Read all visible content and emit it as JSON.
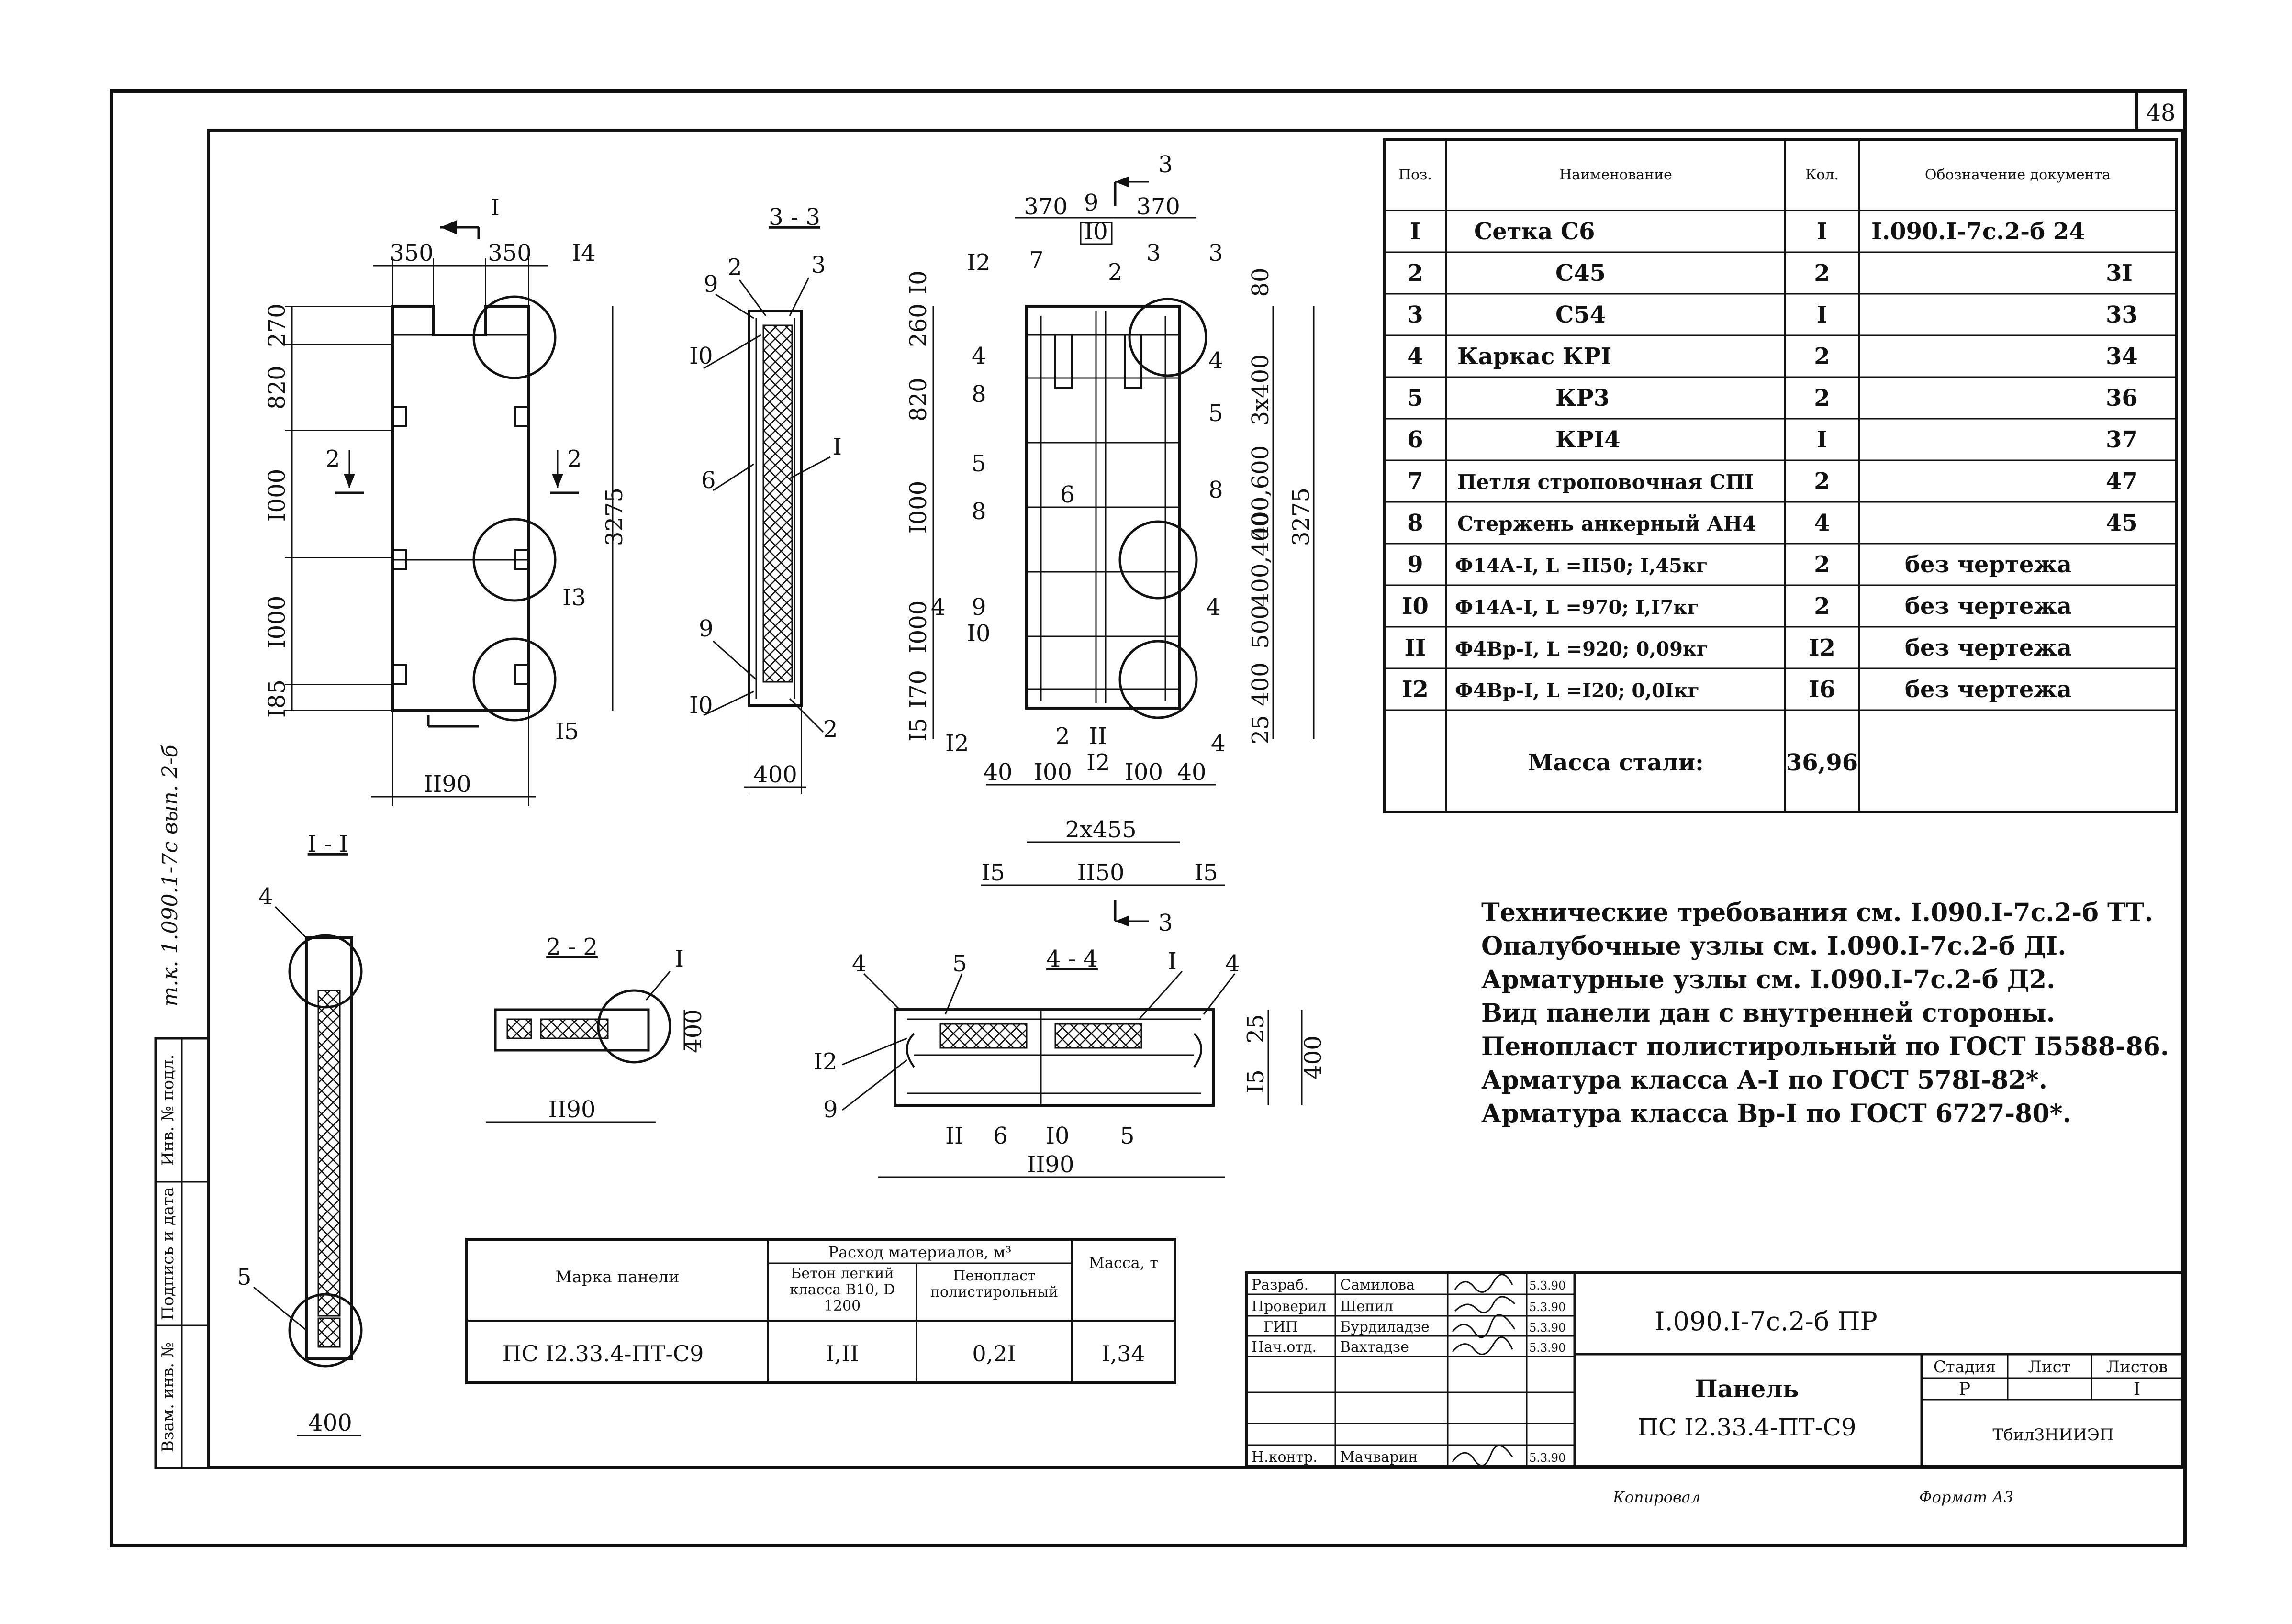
{
  "sheet_number": "48",
  "side_stamp": "т.к. 1.090.1-7с вып. 2-б",
  "side_columns": [
    "Инв. № подл.",
    "Подпись и дата",
    "Взам. инв. №"
  ],
  "spec_table": {
    "headers": [
      "Поз.",
      "Наименование",
      "Кол.",
      "Обозначение документа"
    ],
    "rows": [
      {
        "pos": "I",
        "name": "Сетка С6",
        "qty": "I",
        "doc": "I.090.I-7с.2-б 24"
      },
      {
        "pos": "2",
        "name": "С45",
        "qty": "2",
        "doc": "3I"
      },
      {
        "pos": "3",
        "name": "С54",
        "qty": "I",
        "doc": "33"
      },
      {
        "pos": "4",
        "name": "Каркас КРI",
        "qty": "2",
        "doc": "34"
      },
      {
        "pos": "5",
        "name": "КР3",
        "qty": "2",
        "doc": "36"
      },
      {
        "pos": "6",
        "name": "КРI4",
        "qty": "I",
        "doc": "37"
      },
      {
        "pos": "7",
        "name": "Петля строповочная СПI",
        "qty": "2",
        "doc": "47"
      },
      {
        "pos": "8",
        "name": "Стержень анкерный АН4",
        "qty": "4",
        "doc": "45"
      },
      {
        "pos": "9",
        "name": "Ф14А-I, L =II50; I,45кг",
        "qty": "2",
        "doc": "без чертежа"
      },
      {
        "pos": "I0",
        "name": "Ф14А-I, L =970; I,I7кг",
        "qty": "2",
        "doc": "без чертежа"
      },
      {
        "pos": "II",
        "name": "Ф4Вр-I, L =920; 0,09кг",
        "qty": "I2",
        "doc": "без чертежа"
      },
      {
        "pos": "I2",
        "name": "Ф4Вр-I, L =I20; 0,0Iкг",
        "qty": "I6",
        "doc": "без чертежа"
      }
    ],
    "total_label": "Масса стали:",
    "total_value": "36,96"
  },
  "notes": [
    "Технические требования см. I.090.I-7с.2-б ТТ.",
    "Опалубочные узлы см. I.090.I-7с.2-б ДI.",
    "Арматурные узлы см. I.090.I-7с.2-б Д2.",
    "Вид панели дан с внутренней стороны.",
    "Пенопласт полистирольный по ГОСТ I5588-86.",
    "Арматура класса А-I по ГОСТ 578I-82*.",
    "Арматура класса Вр-I по ГОСТ 6727-80*."
  ],
  "materials_table": {
    "col_mark": "Марка панели",
    "col_group": "Расход материалов, м³",
    "col_concrete": "Бетон легкий класса В10, D 1200",
    "col_foam": "Пенопласт полистирольный",
    "col_mass": "Масса, т",
    "row": {
      "mark": "ПС I2.33.4-ПТ-С9",
      "concrete": "I,II",
      "foam": "0,2I",
      "mass": "I,34"
    }
  },
  "title_block": {
    "roles": [
      "Разраб.",
      "Проверил",
      "ГИП",
      "Нач.отд.",
      "",
      "",
      "Н.контр."
    ],
    "names": [
      "Самилова",
      "Шепил",
      "Бурдиладзе",
      "Вахтадзе",
      "",
      "",
      "Мачварин"
    ],
    "dates": [
      "5.3.90",
      "5.3.90",
      "5.3.90",
      "5.3.90",
      "",
      "",
      "5.3.90"
    ],
    "document_code": "I.090.I-7с.2-б ПР",
    "title": "Панель",
    "subtitle": "ПС I2.33.4-ПТ-С9",
    "stage_label": "Стадия",
    "sheet_label": "Лист",
    "sheets_label": "Листов",
    "stage": "Р",
    "sheets": "I",
    "org": "ТбилЗНИИЭП"
  },
  "footer": {
    "copied": "Копировал",
    "format": "Формат А3"
  },
  "views": {
    "facade": {
      "section_mark": "I",
      "dims_top": [
        "350",
        "350"
      ],
      "dims_left": [
        "270",
        "820",
        "I000",
        "I000",
        "I85"
      ],
      "dim_right": "3275",
      "dim_bottom": "II90",
      "callouts": [
        "I4",
        "I3",
        "I5"
      ],
      "section_arrows": [
        "2",
        "2"
      ]
    },
    "section_33": {
      "title": "3 - 3",
      "labels": [
        "9",
        "2",
        "3",
        "I0",
        "I",
        "6",
        "9",
        "I0",
        "2"
      ],
      "dim_bottom": "400"
    },
    "reinforcement": {
      "section_mark": "3",
      "dims_top": [
        "370",
        "9",
        "370"
      ],
      "mark_top": "I0",
      "dims_left": [
        "I0",
        "260",
        "820",
        "I000",
        "I000",
        "I70",
        "I5"
      ],
      "dims_right": [
        "80",
        "3х400",
        "400,600",
        "400,400",
        "500",
        "400",
        "25"
      ],
      "dim_right_total": "3275",
      "dims_bottom": [
        "40",
        "I00",
        "I00",
        "40"
      ],
      "dim_mid": "2х455",
      "dim_total": "II50",
      "end_dims": [
        "I5",
        "I5"
      ],
      "labels": [
        "I2",
        "7",
        "2",
        "3",
        "3",
        "4",
        "8",
        "5",
        "6",
        "8",
        "4",
        "5",
        "8",
        "4",
        "9",
        "I0",
        "4",
        "I2",
        "2",
        "II",
        "I2",
        "4"
      ]
    },
    "section_11": {
      "title": "I - I",
      "labels": [
        "4",
        "5"
      ],
      "dim_bottom": "400"
    },
    "section_22": {
      "title": "2 - 2",
      "label": "I",
      "dim_bottom": "II90",
      "dim_right": "400"
    },
    "section_44": {
      "title": "4 - 4",
      "labels_top": [
        "4",
        "5",
        "I",
        "4"
      ],
      "labels_left": [
        "I2",
        "9"
      ],
      "labels_bottom": [
        "II",
        "6",
        "I0",
        "5"
      ],
      "dims_right": [
        "25",
        "I5"
      ],
      "dim_right": "400",
      "dim_bottom": "II90"
    }
  }
}
